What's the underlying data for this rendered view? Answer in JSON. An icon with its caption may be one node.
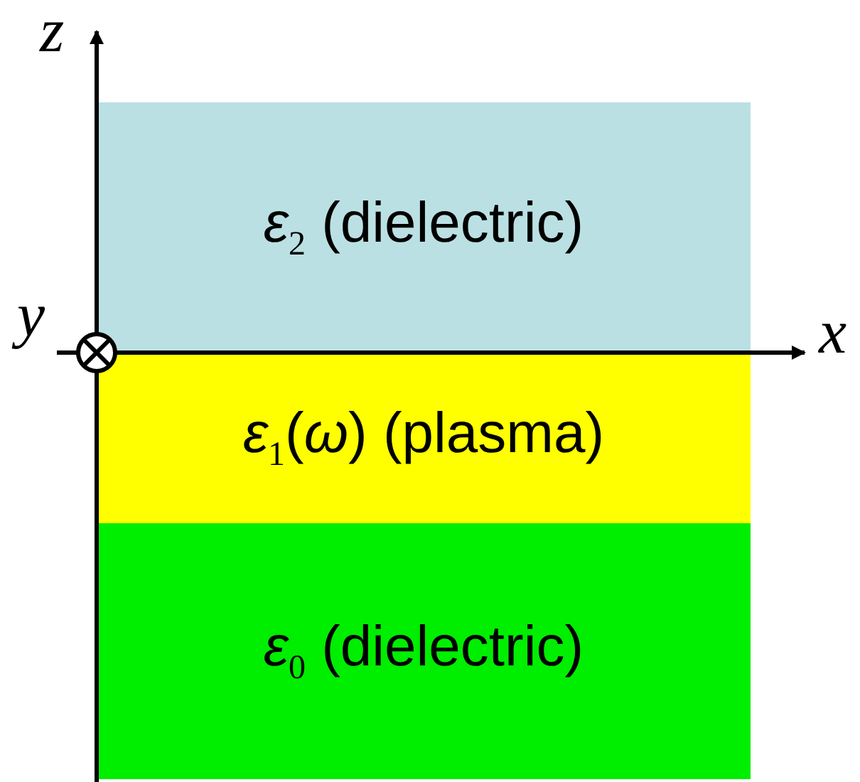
{
  "diagram": {
    "nodes": [
      {
        "text": [
          "*ε*$_{2}$ (dielectric)"
        ]
      },
      {
        "text": [
          "*ε*$_{1}$(*ω*) (plasma)"
        ]
      },
      {
        "text": [
          "*ε*$_{0}$ (dielectric)"
        ]
      }
    ],
    "labels": [
      "z",
      "x",
      "y"
    ]
  }
}
